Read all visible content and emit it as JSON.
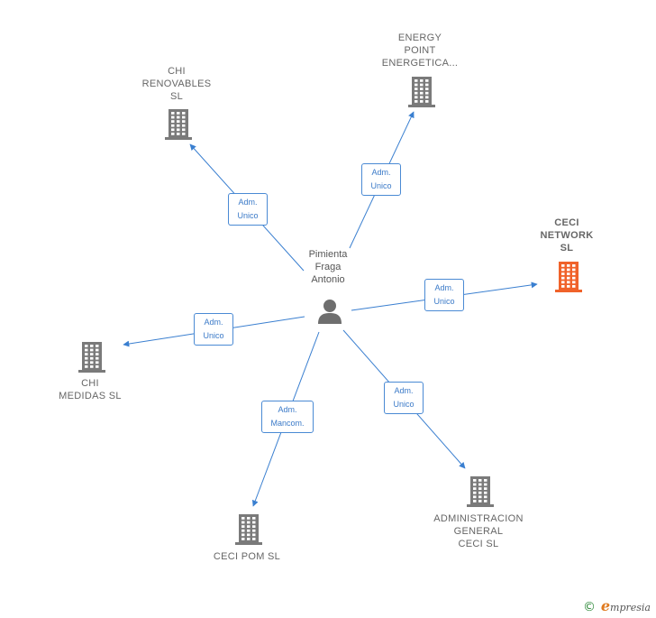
{
  "person": {
    "name_lines": [
      "Pimienta",
      "Fraga",
      "Antonio"
    ],
    "icon": "person-icon"
  },
  "companies": [
    {
      "id": "chi-renovables",
      "lines": [
        "CHI",
        "RENOVABLES",
        "SL"
      ],
      "highlight": false,
      "role": [
        "Adm.",
        "Unico"
      ]
    },
    {
      "id": "energy-point",
      "lines": [
        "ENERGY",
        "POINT",
        "ENERGETICA..."
      ],
      "highlight": false,
      "role": [
        "Adm.",
        "Unico"
      ]
    },
    {
      "id": "ceci-network",
      "lines": [
        "CECI",
        "NETWORK",
        "SL"
      ],
      "highlight": true,
      "role": [
        "Adm.",
        "Unico"
      ]
    },
    {
      "id": "chi-medidas",
      "lines": [
        "CHI",
        "MEDIDAS  SL"
      ],
      "highlight": false,
      "role": [
        "Adm.",
        "Unico"
      ]
    },
    {
      "id": "ceci-pom",
      "lines": [
        "CECI POM SL"
      ],
      "highlight": false,
      "role": [
        "Adm.",
        "Mancom."
      ]
    },
    {
      "id": "administracion-general",
      "lines": [
        "ADMINISTRACION",
        "GENERAL",
        "CECI  SL"
      ],
      "highlight": false,
      "role": [
        "Adm.",
        "Unico"
      ]
    }
  ],
  "colors": {
    "edge": "#3a7fd0",
    "building": "#7a7a7a",
    "building_highlight": "#f0622a",
    "person": "#6e6e6e"
  },
  "footer": {
    "copyright": "©",
    "brand_initial": "e",
    "brand_rest": "mpresia"
  }
}
